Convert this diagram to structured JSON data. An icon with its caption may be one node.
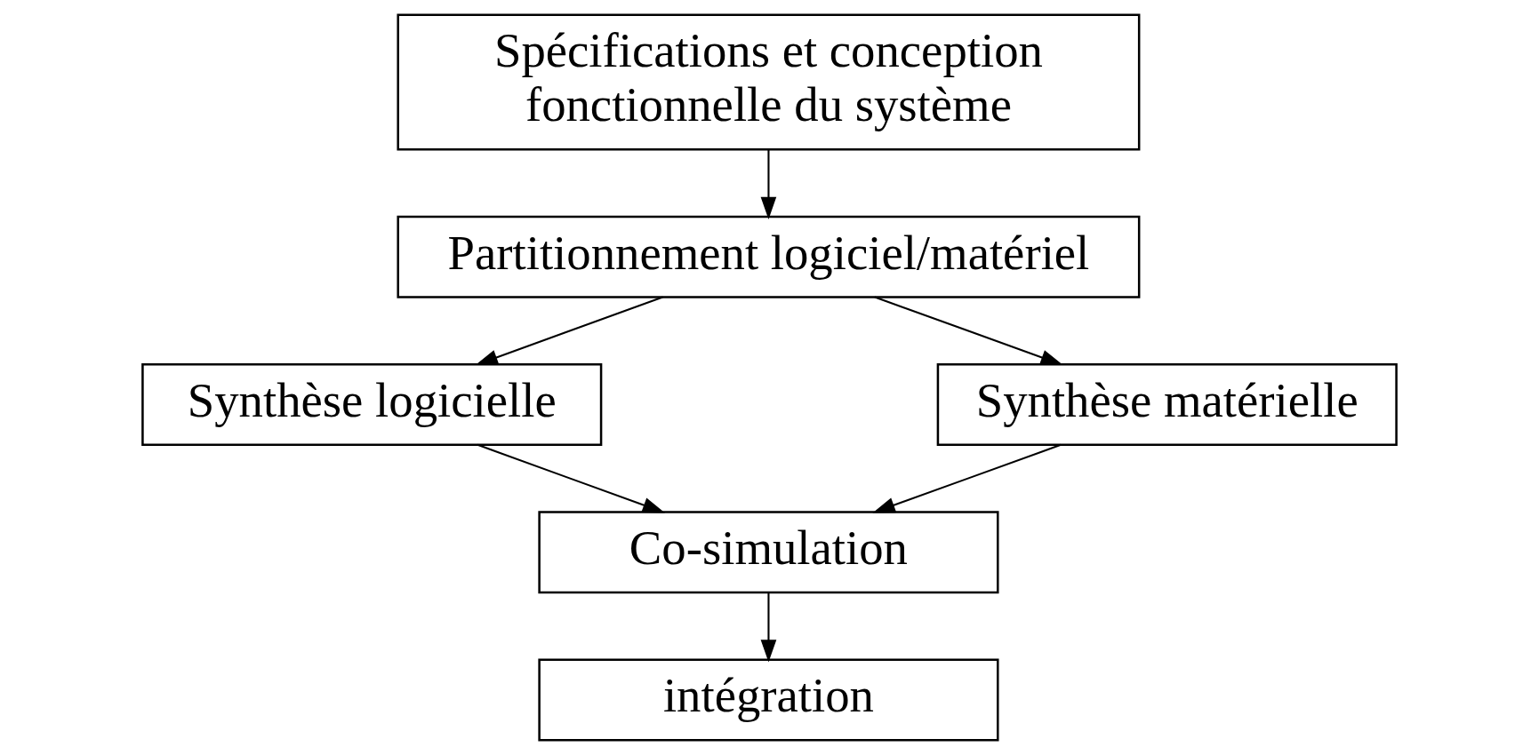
{
  "diagram": {
    "nodes": [
      {
        "text": [
          "Spécifications et conception fonctionnelle du système"
        ]
      },
      {
        "text": [
          "Partitionnement logiciel/matériel"
        ]
      },
      {
        "text": [
          "Synthèse logicielle"
        ]
      },
      {
        "text": [
          "Synthèse matérielle"
        ]
      },
      {
        "text": [
          "Co-simulation"
        ]
      },
      {
        "text": [
          "intégration"
        ]
      }
    ],
    "edges": [
      {
        "from": 0,
        "to": 1,
        "arrow": "to"
      },
      {
        "from": 1,
        "to": 2,
        "arrow": "to"
      },
      {
        "from": 1,
        "to": 3,
        "arrow": "to"
      },
      {
        "from": 2,
        "to": 4,
        "arrow": "to"
      },
      {
        "from": 3,
        "to": 4,
        "arrow": "to"
      },
      {
        "from": 4,
        "to": 5,
        "arrow": "to"
      }
    ]
  }
}
